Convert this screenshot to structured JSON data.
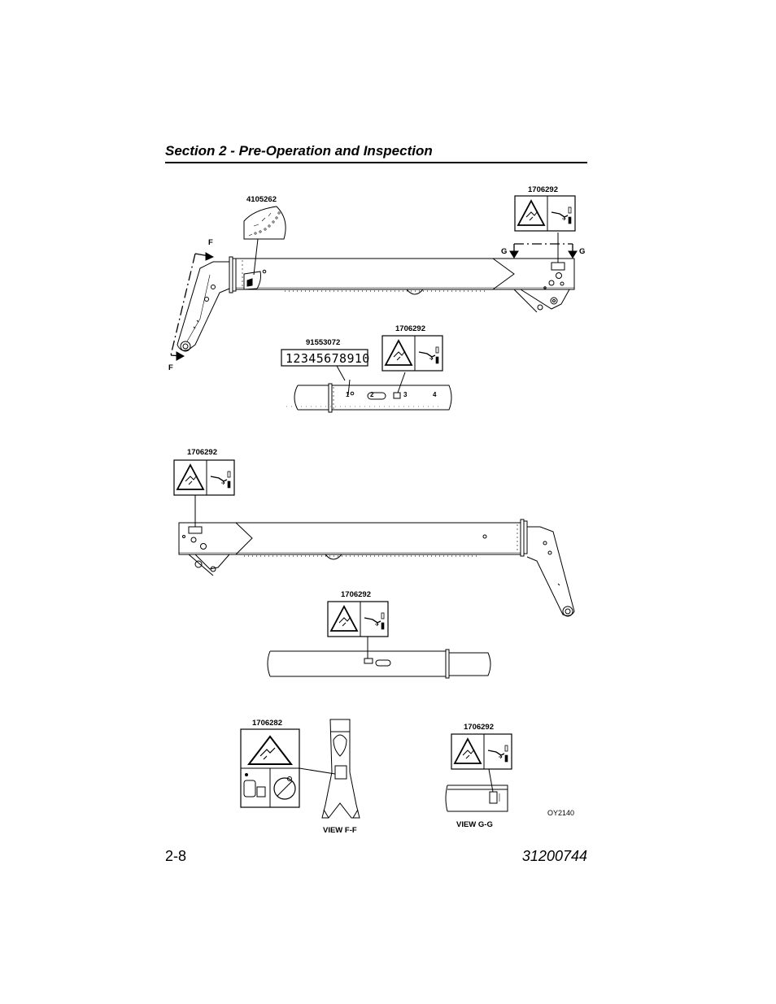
{
  "header": {
    "section_title": "Section 2 - Pre-Operation and Inspection"
  },
  "footer": {
    "page_number": "2-8",
    "document_number": "31200744"
  },
  "figure": {
    "decal_labels": {
      "inclinometer": "4105262",
      "top_right": "1706292",
      "serial": "91553072",
      "mid_upper": "1706292",
      "left_mid": "1706292",
      "mid_lower": "1706292",
      "view_ff_decal": "1706282",
      "view_gg_decal": "1706292"
    },
    "serial_strip_text": "12345678910",
    "section_markers": {
      "f_top": "F",
      "f_bottom": "F",
      "g_left": "G",
      "g_right": "G"
    },
    "tube_numbers": [
      "1",
      "2",
      "3",
      "4"
    ],
    "view_labels": {
      "ff": "VIEW F-F",
      "gg": "VIEW G-G"
    },
    "figure_code": "OY2140"
  }
}
